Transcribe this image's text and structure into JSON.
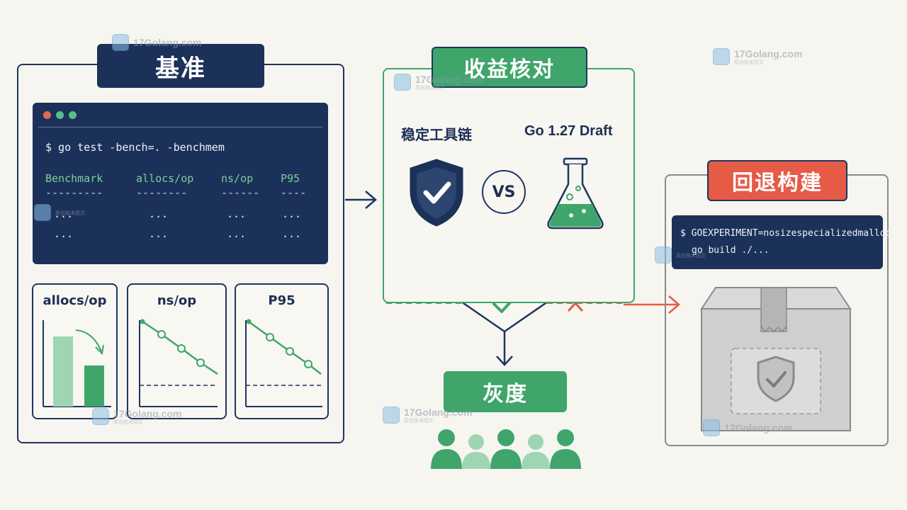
{
  "baseline": {
    "title": "基准",
    "terminal": {
      "command": "$ go test -bench=. -benchmem",
      "headers": [
        "Benchmark",
        "allocs/op",
        "ns/op",
        "P95"
      ],
      "dashes": [
        "---------",
        "--------",
        "------",
        "----"
      ],
      "ellipsis": "..."
    },
    "cards": [
      {
        "title": "allocs/op",
        "chart": "bar-decrease"
      },
      {
        "title": "ns/op",
        "chart": "line-decrease"
      },
      {
        "title": "P95",
        "chart": "line-decrease"
      }
    ]
  },
  "verify": {
    "title": "收益核对",
    "left_label": "稳定工具链",
    "right_label": "Go 1.27 Draft",
    "vs": "VS",
    "left_icon": "shield-check-icon",
    "right_icon": "flask-icon"
  },
  "gray": {
    "title": "灰度",
    "icon": "users-group-icon"
  },
  "rollback": {
    "title": "回退构建",
    "terminal_lines": [
      "$ GOEXPERIMENT=nosizespecializedmalloc",
      "go build ./..."
    ],
    "icon": "package-box-icon"
  },
  "watermark": {
    "brand": "17Golang.com",
    "tagline": "原创技术图文"
  },
  "colors": {
    "navy": "#1b3159",
    "green": "#3fa56b",
    "red": "#e55b45",
    "gray": "#8a8a8a"
  }
}
